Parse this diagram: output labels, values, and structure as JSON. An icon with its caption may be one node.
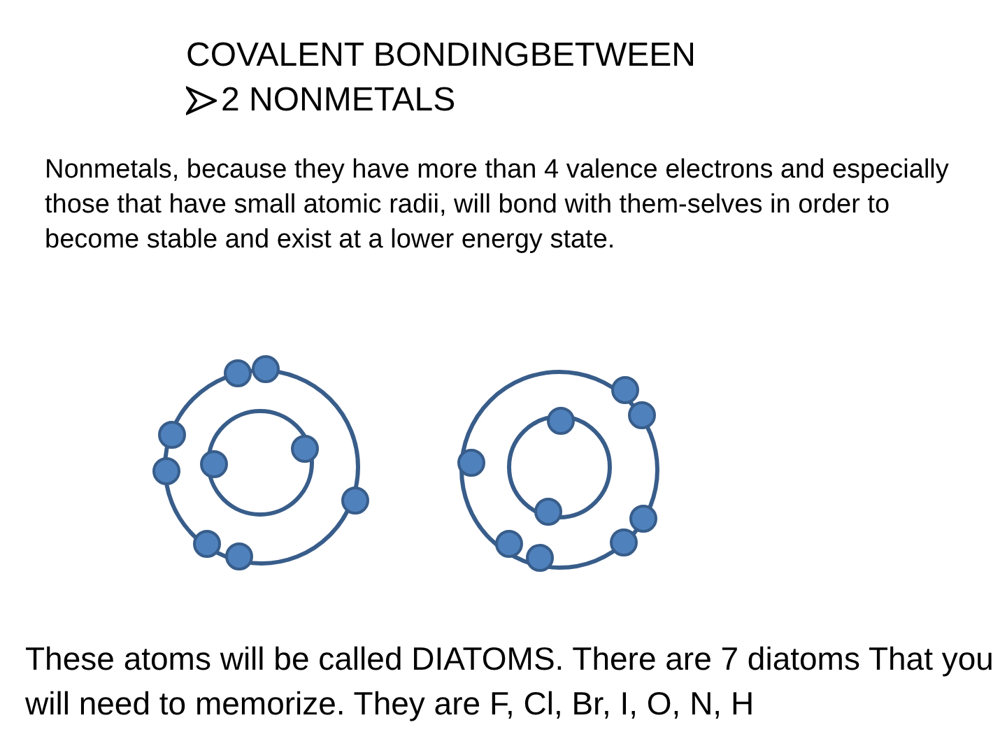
{
  "diagram": {
    "title": "COVALENT BONDINGBETWEEN",
    "labels": [
      "2 NONMETALS",
      "Nonmetals, because they have more than 4 valence electrons and especially those that have small atomic radii, will bond with them-selves in order to become stable and exist at a lower energy state.",
      "These atoms will be called DIATOMS.  There are 7 diatoms That you will need to memorize. They are  F, Cl, Br, I, O, N, H"
    ]
  }
}
